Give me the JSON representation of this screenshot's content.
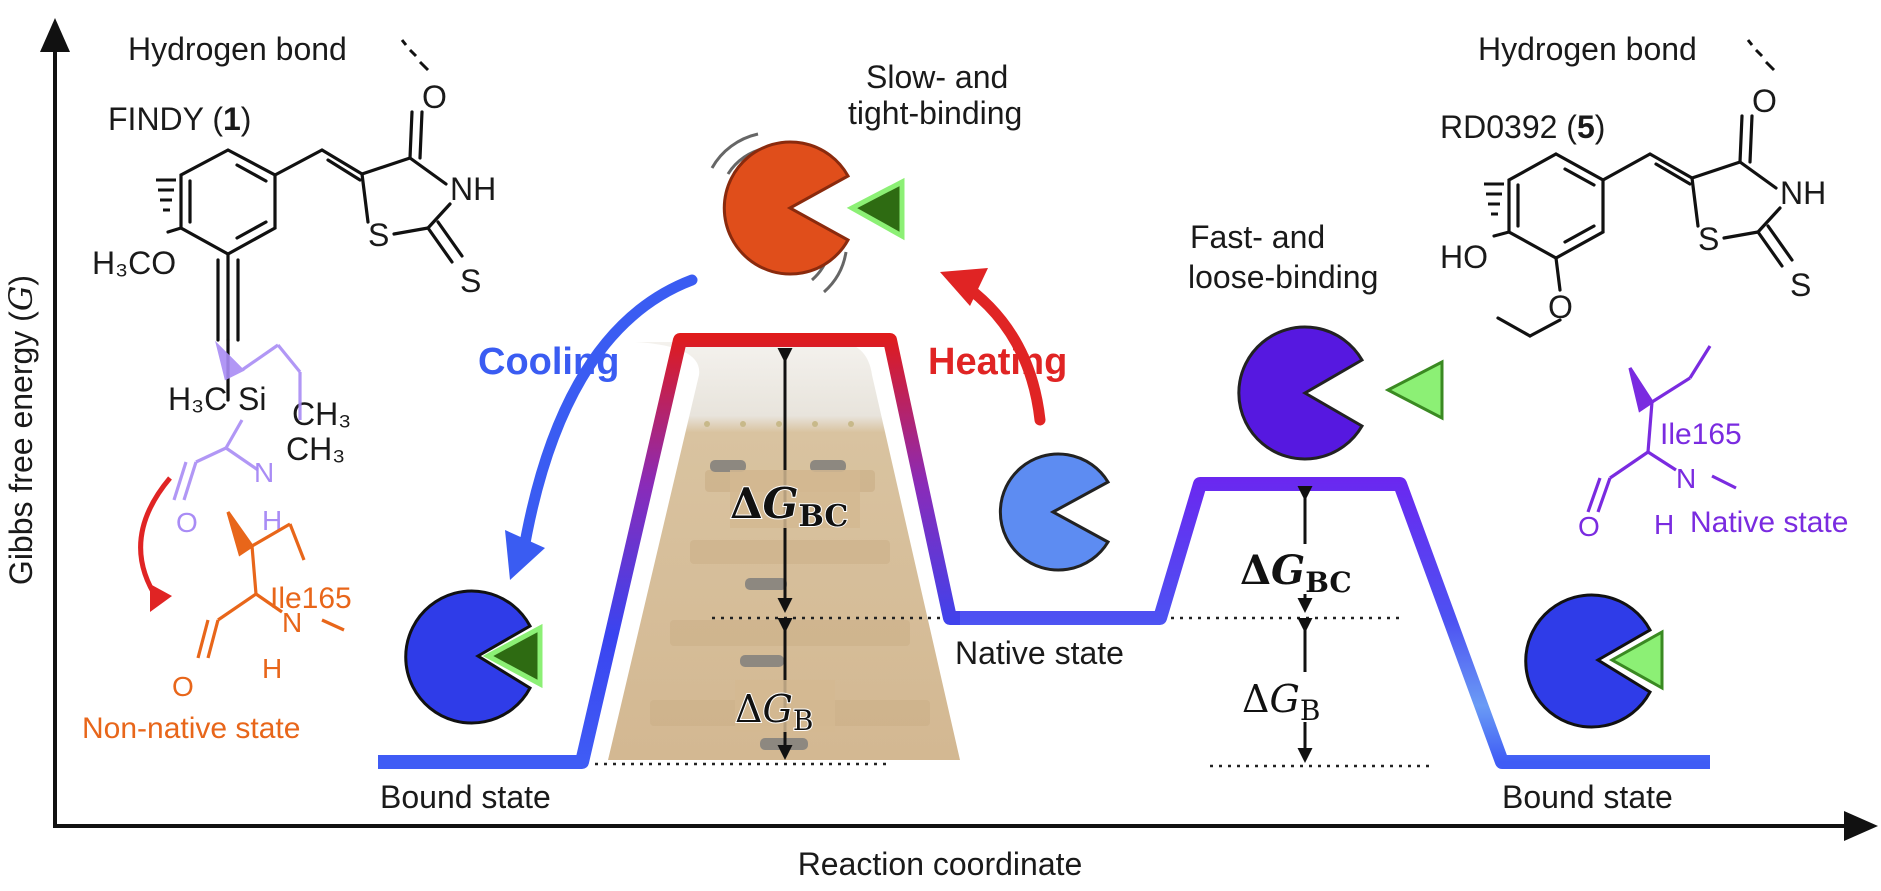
{
  "axes": {
    "y_label": "Gibbs free energy (",
    "y_label_italic": "G",
    "y_label_close": ")",
    "x_label": "Reaction coordinate"
  },
  "left_ligand": {
    "hydrogen_bond": "Hydrogen bond",
    "name": "FINDY (",
    "number": "1",
    "name_close": ")",
    "methoxy": "H₃CO",
    "ring_O": "O",
    "ring_NH": "NH",
    "ring_S": "S",
    "ring_S2": "S",
    "si_left": "H₃C",
    "si": "Si",
    "si_right1": "CH₃",
    "si_right2": "CH₃"
  },
  "left_residue": {
    "name": "Ile165",
    "state": "Non-native state",
    "O": "O",
    "N": "N",
    "H": "H"
  },
  "right_ligand": {
    "hydrogen_bond": "Hydrogen bond",
    "name": "RD0392 (",
    "number": "5",
    "name_close": ")",
    "hydroxy": "HO",
    "ether_O": "O",
    "ring_O": "O",
    "ring_NH": "NH",
    "ring_S": "S",
    "ring_S2": "S"
  },
  "right_residue": {
    "name": "Ile165",
    "state": "Native state",
    "O": "O",
    "N": "N",
    "H": "H"
  },
  "labels": {
    "slow_binding_1": "Slow- and",
    "slow_binding_2": "tight-binding",
    "fast_binding_1": "Fast- and",
    "fast_binding_2": "loose-binding",
    "cooling": "Cooling",
    "heating": "Heating",
    "native_state": "Native state",
    "bound_state_left": "Bound state",
    "bound_state_right": "Bound state"
  },
  "energy": {
    "delta": "Δ",
    "G": "G",
    "sub_BC": "BC",
    "sub_B": "B"
  },
  "colors": {
    "axis": "#111111",
    "cooling": "#3a5cf2",
    "heating": "#e02424",
    "slow_enzyme": "#e04e1b",
    "fast_enzyme": "#5618e0",
    "native_enzyme": "#5d8cf2",
    "bound_enzyme": "#2f3ce8",
    "dark_ligand": "#2e6b12",
    "light_ligand": "#8cf075",
    "non_native": "#e8661a",
    "native_residue": "#7a2be0"
  }
}
